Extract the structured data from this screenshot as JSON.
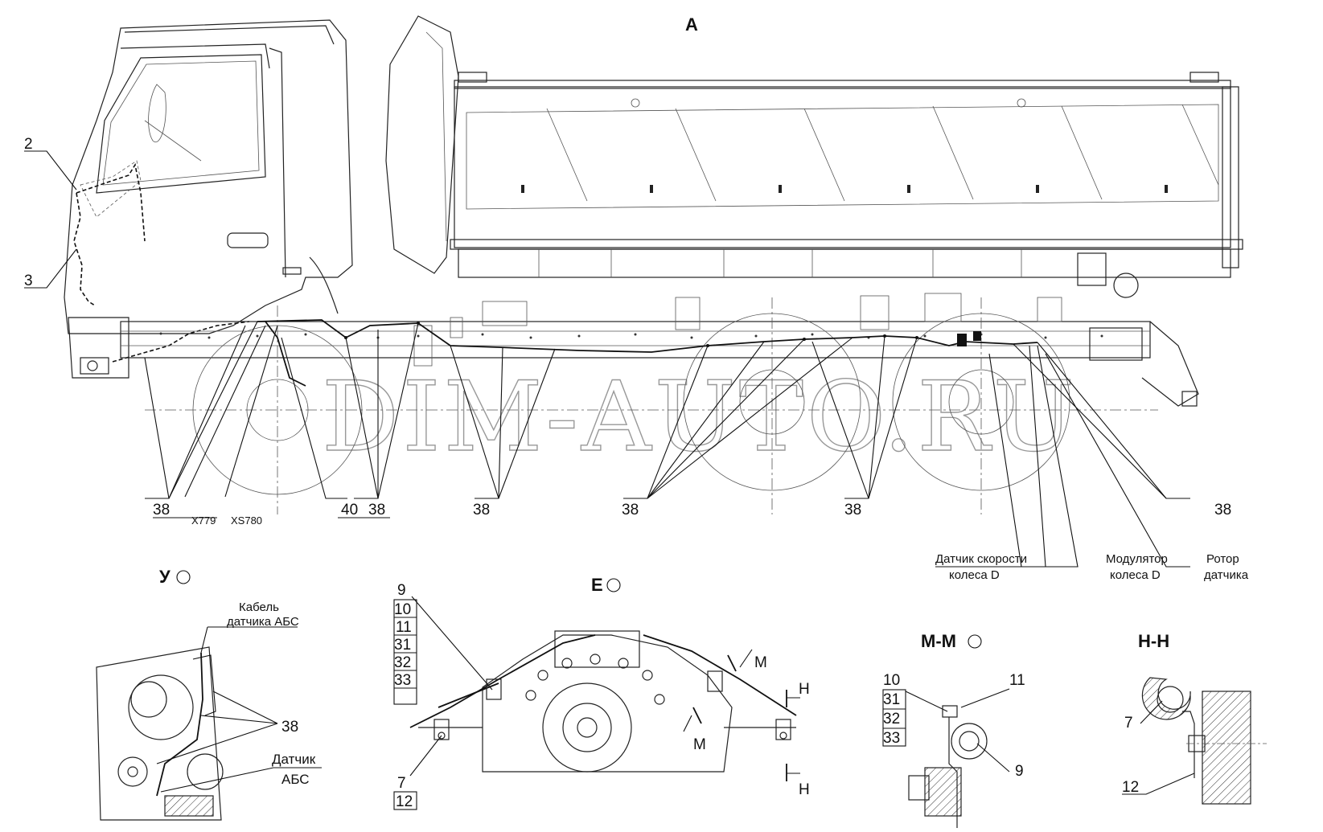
{
  "watermark": "DIM-AUTO.RU",
  "view_labels": {
    "a": "А",
    "u": "У",
    "e": "Е",
    "mm": "М-М",
    "nn": "Н-Н"
  },
  "callouts_main": {
    "c2": "2",
    "c3": "3",
    "c38": "38",
    "c40": "40",
    "x779": "X779",
    "xs780": "XS780"
  },
  "captions": {
    "speed_sensor_l1": "Датчик скорости",
    "speed_sensor_l2": "колеса D",
    "modulator_l1": "Модулятор",
    "modulator_l2": "колеса D",
    "rotor_l1": "Ротор",
    "rotor_l2": "датчика",
    "cable_l1": "Кабель",
    "cable_l2": "датчика АБС",
    "sensor_l1": "Датчик",
    "sensor_l2": "АБС"
  },
  "detail_e": {
    "stack": [
      "9",
      "10",
      "11",
      "31",
      "32",
      "33"
    ],
    "bottom": [
      "7",
      "12"
    ],
    "m": "М",
    "n": "Н"
  },
  "detail_mm": {
    "stack": [
      "10",
      "31",
      "32",
      "33"
    ],
    "c11": "11",
    "c9": "9"
  },
  "detail_nn": {
    "c7": "7",
    "c12": "12"
  }
}
